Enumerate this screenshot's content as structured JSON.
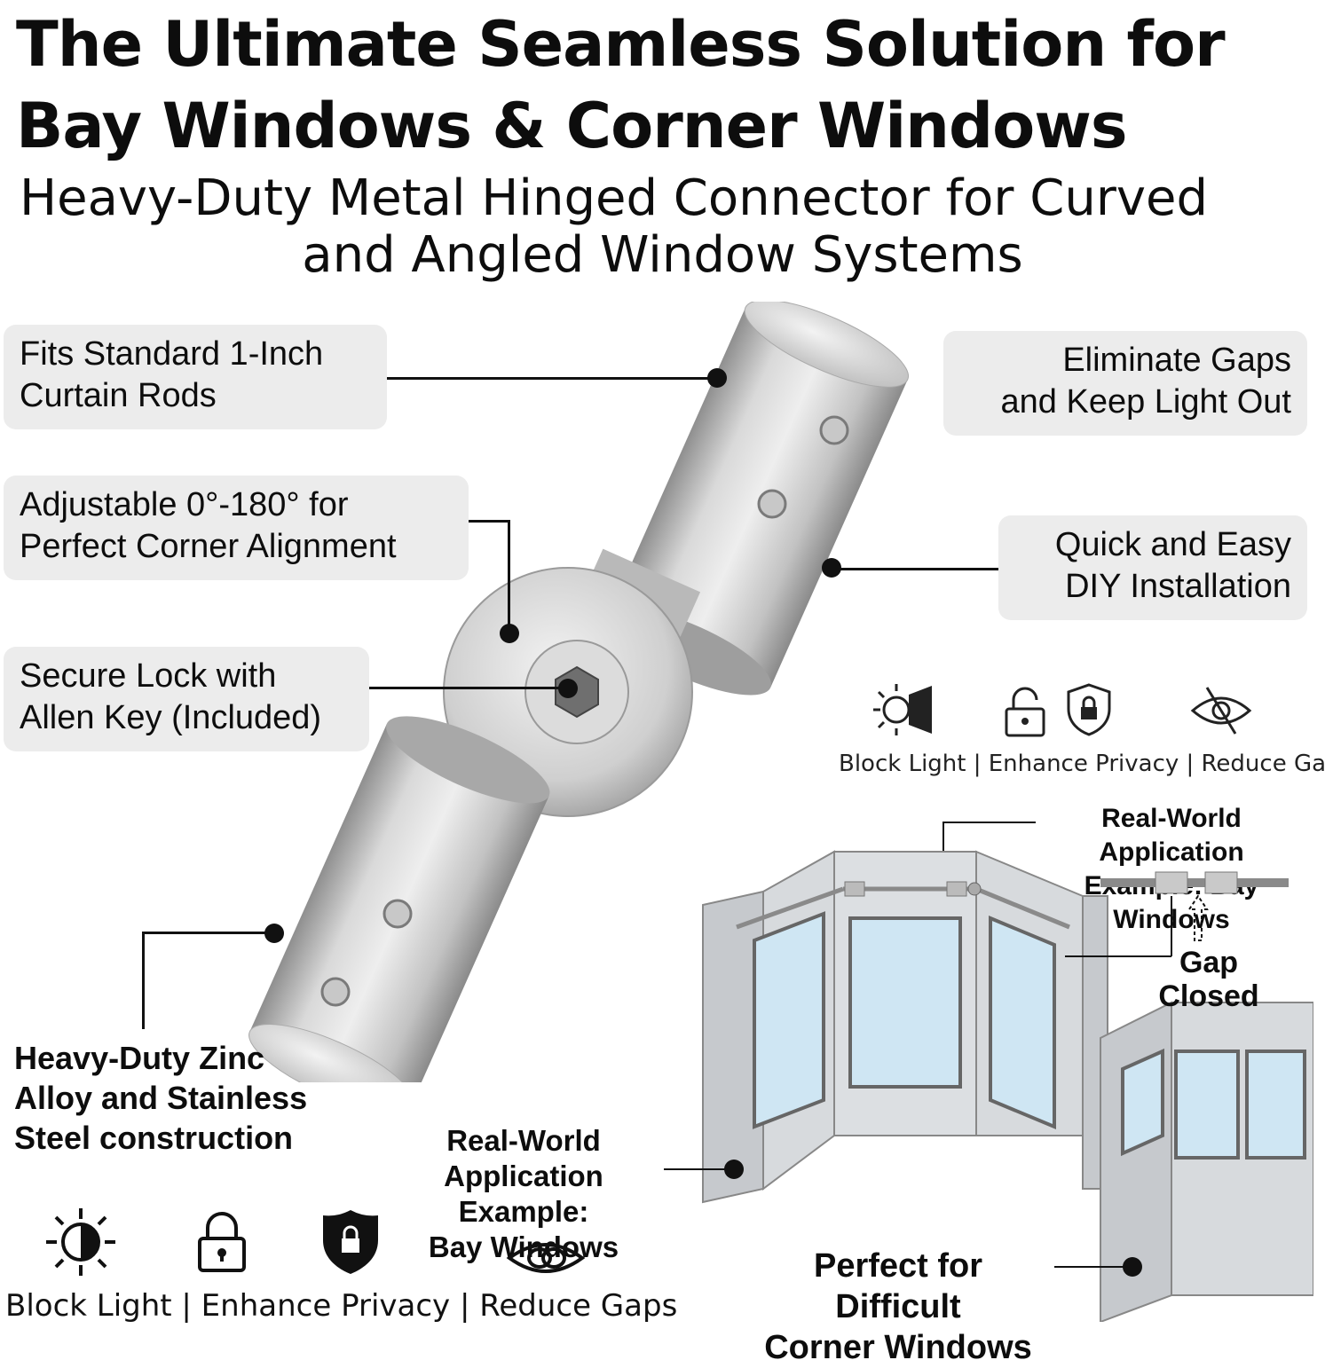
{
  "header": {
    "title_line1": "The Ultimate Seamless Solution for",
    "title_line2": "Bay Windows & Corner Windows",
    "subtitle_line1": "Heavy-Duty Metal Hinged Connector for Curved",
    "subtitle_line2": "and Angled Window Systems"
  },
  "callouts": {
    "fits": [
      "Fits Standard 1-Inch",
      "Curtain Rods"
    ],
    "adjustable": [
      "Adjustable 0°-180° for",
      "Perfect Corner Alignment"
    ],
    "secure": [
      "Secure Lock with",
      "Allen Key (Included)"
    ],
    "eliminate": [
      "Eliminate Gaps",
      "and Keep Light Out"
    ],
    "quick": [
      "Quick and Easy",
      "DIY Installation"
    ],
    "material": [
      "Heavy-Duty Zinc",
      "Alloy and Stainless",
      "Steel construction"
    ]
  },
  "features_small": {
    "text": "Block Light | Enhance Privacy | Reduce Gaps",
    "icons": [
      "sun-half-icon",
      "padlock-icon",
      "shield-lock-icon",
      "eye-slash-icon"
    ]
  },
  "features_large": {
    "text": "Block Light | Enhance Privacy | Reduce Gaps",
    "icons": [
      "sun-half-icon",
      "padlock-icon",
      "shield-lock-icon",
      "eye-icon"
    ]
  },
  "diagram": {
    "app_label_top": [
      "Real-World Application",
      "Example: Bay Windows"
    ],
    "app_label_mid": [
      "Real-World",
      "Application Example:",
      "Bay Windows"
    ],
    "gap_label": [
      "Gap",
      "Closed"
    ],
    "corner_label": [
      "Perfect for Difficult",
      "Corner Windows"
    ]
  },
  "colors": {
    "callout_bg": "#ececec",
    "metal_light": "#e4e4e4",
    "metal_dark": "#9a9a9a",
    "wall": "#cfd2d6",
    "glass": "#cfe6f3"
  }
}
